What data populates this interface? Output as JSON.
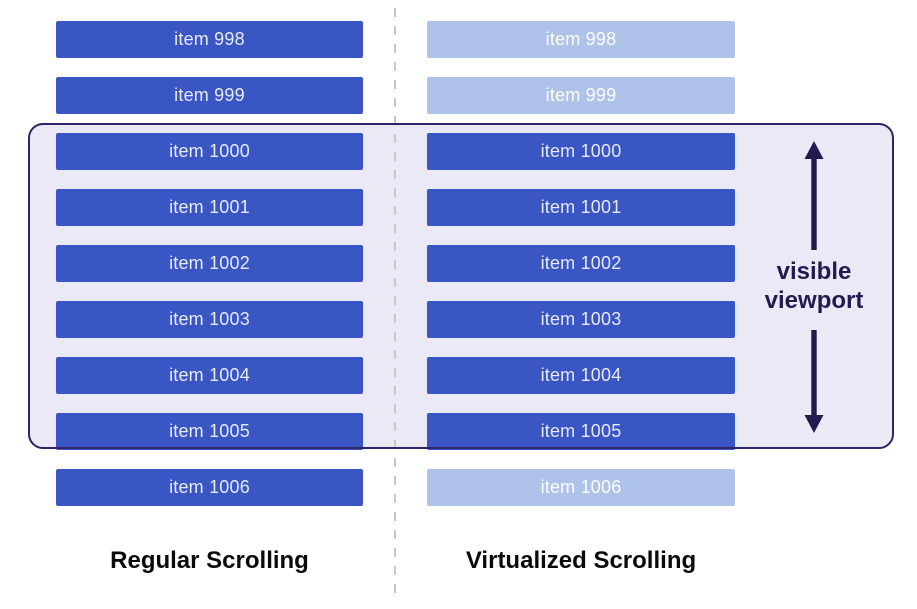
{
  "colors": {
    "item_rendered": "#3A55C4",
    "item_virtualized": "#AFC2E9",
    "viewport_fill": "#ECE9F7",
    "viewport_border": "#2F2566",
    "annotation": "#231B50",
    "divider": "#C8C8C8",
    "item_text_rendered": "#E7EBF8",
    "item_text_virtualized": "#FDFDFE",
    "heading_text": "#0A0A0A",
    "canvas_bg": "#FFFFFF"
  },
  "columns": [
    {
      "id": "regular",
      "heading": "Regular Scrolling",
      "items": [
        {
          "label": "item 998",
          "state": "rendered"
        },
        {
          "label": "item 999",
          "state": "rendered"
        },
        {
          "label": "item 1000",
          "state": "rendered"
        },
        {
          "label": "item 1001",
          "state": "rendered"
        },
        {
          "label": "item 1002",
          "state": "rendered"
        },
        {
          "label": "item 1003",
          "state": "rendered"
        },
        {
          "label": "item 1004",
          "state": "rendered"
        },
        {
          "label": "item 1005",
          "state": "rendered"
        },
        {
          "label": "item 1006",
          "state": "rendered"
        }
      ]
    },
    {
      "id": "virtualized",
      "heading": "Virtualized Scrolling",
      "items": [
        {
          "label": "item 998",
          "state": "virtualized"
        },
        {
          "label": "item 999",
          "state": "virtualized"
        },
        {
          "label": "item 1000",
          "state": "rendered"
        },
        {
          "label": "item 1001",
          "state": "rendered"
        },
        {
          "label": "item 1002",
          "state": "rendered"
        },
        {
          "label": "item 1003",
          "state": "rendered"
        },
        {
          "label": "item 1004",
          "state": "rendered"
        },
        {
          "label": "item 1005",
          "state": "rendered"
        },
        {
          "label": "item 1006",
          "state": "virtualized"
        }
      ]
    }
  ],
  "viewport": {
    "label": "visible viewport"
  },
  "icons": [
    {
      "name": "arrow-up-icon",
      "glyph": "↑"
    },
    {
      "name": "arrow-down-icon",
      "glyph": "↓"
    }
  ]
}
